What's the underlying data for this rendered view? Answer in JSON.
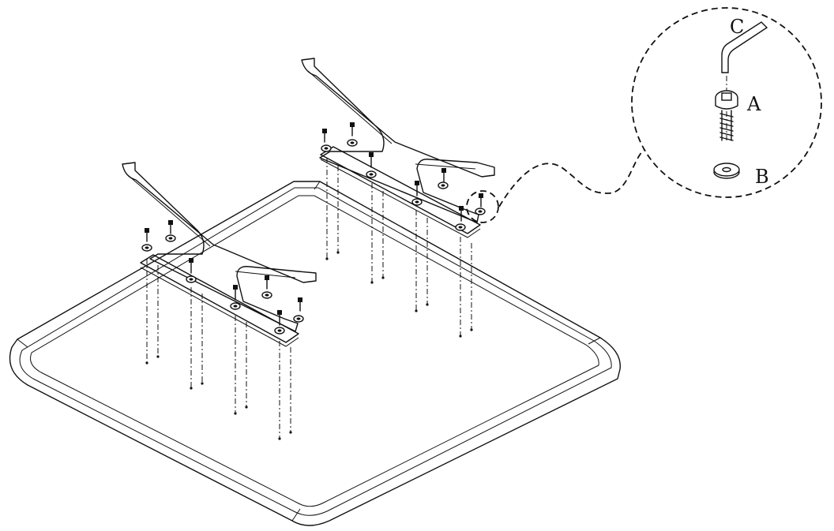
{
  "labels": {
    "screw": "A",
    "washer": "B",
    "hex_key": "C"
  }
}
